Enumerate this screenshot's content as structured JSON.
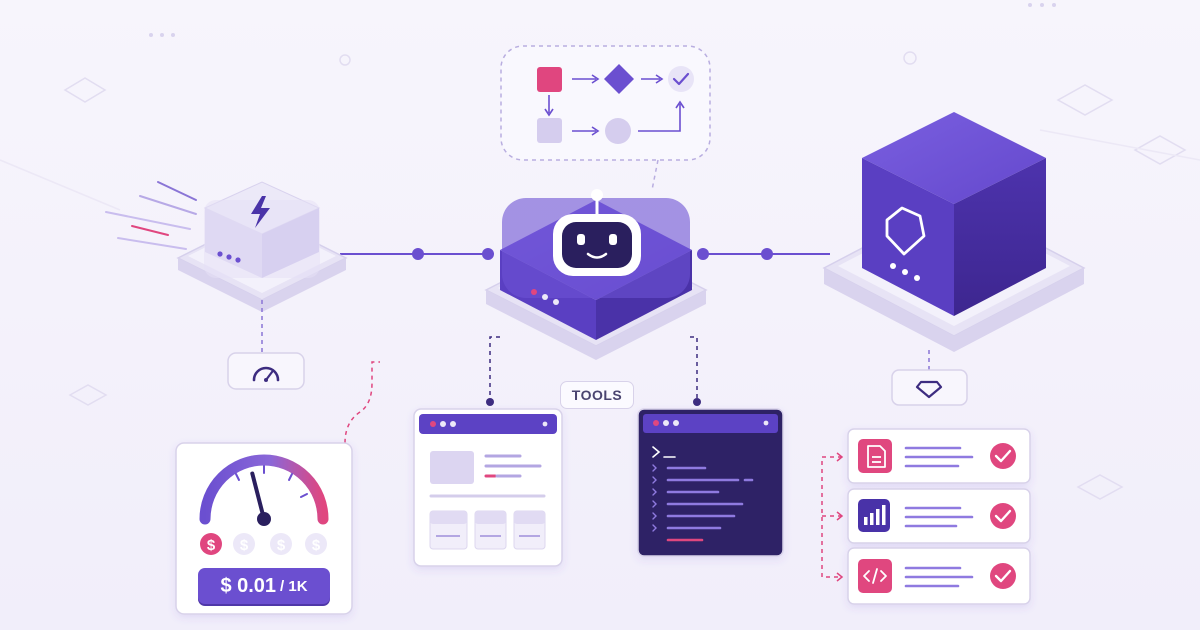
{
  "labels": {
    "tools": "TOOLS"
  },
  "pricing": {
    "currency_symbol": "$",
    "amount": "$ 0.01",
    "unit": "/ 1K",
    "coins": [
      "$",
      "$",
      "$",
      "$"
    ],
    "gauge_level": 0.42
  },
  "colors": {
    "accent_purple": "#6b4fd0",
    "dark_purple": "#3a2a8a",
    "pink": "#e0467f",
    "light_lavender": "#ece8f8",
    "background": "#f5f2fb"
  },
  "icons": {
    "fast_node": "lightning-icon",
    "agent_node": "robot-icon",
    "model_node": "gem-icon",
    "speed_badge": "speedometer-icon",
    "model_badge": "gem-icon",
    "check": "check-icon",
    "document": "document-icon",
    "chart": "bar-chart-icon",
    "code": "code-icon",
    "terminal_prompt": "terminal-icon"
  },
  "workflow": {
    "steps": [
      "square-node",
      "diamond-node",
      "check-node",
      "square-node",
      "circle-node"
    ]
  },
  "outputs": [
    {
      "icon": "document-icon",
      "status": "check-icon"
    },
    {
      "icon": "bar-chart-icon",
      "status": "check-icon"
    },
    {
      "icon": "code-icon",
      "status": "check-icon"
    }
  ]
}
